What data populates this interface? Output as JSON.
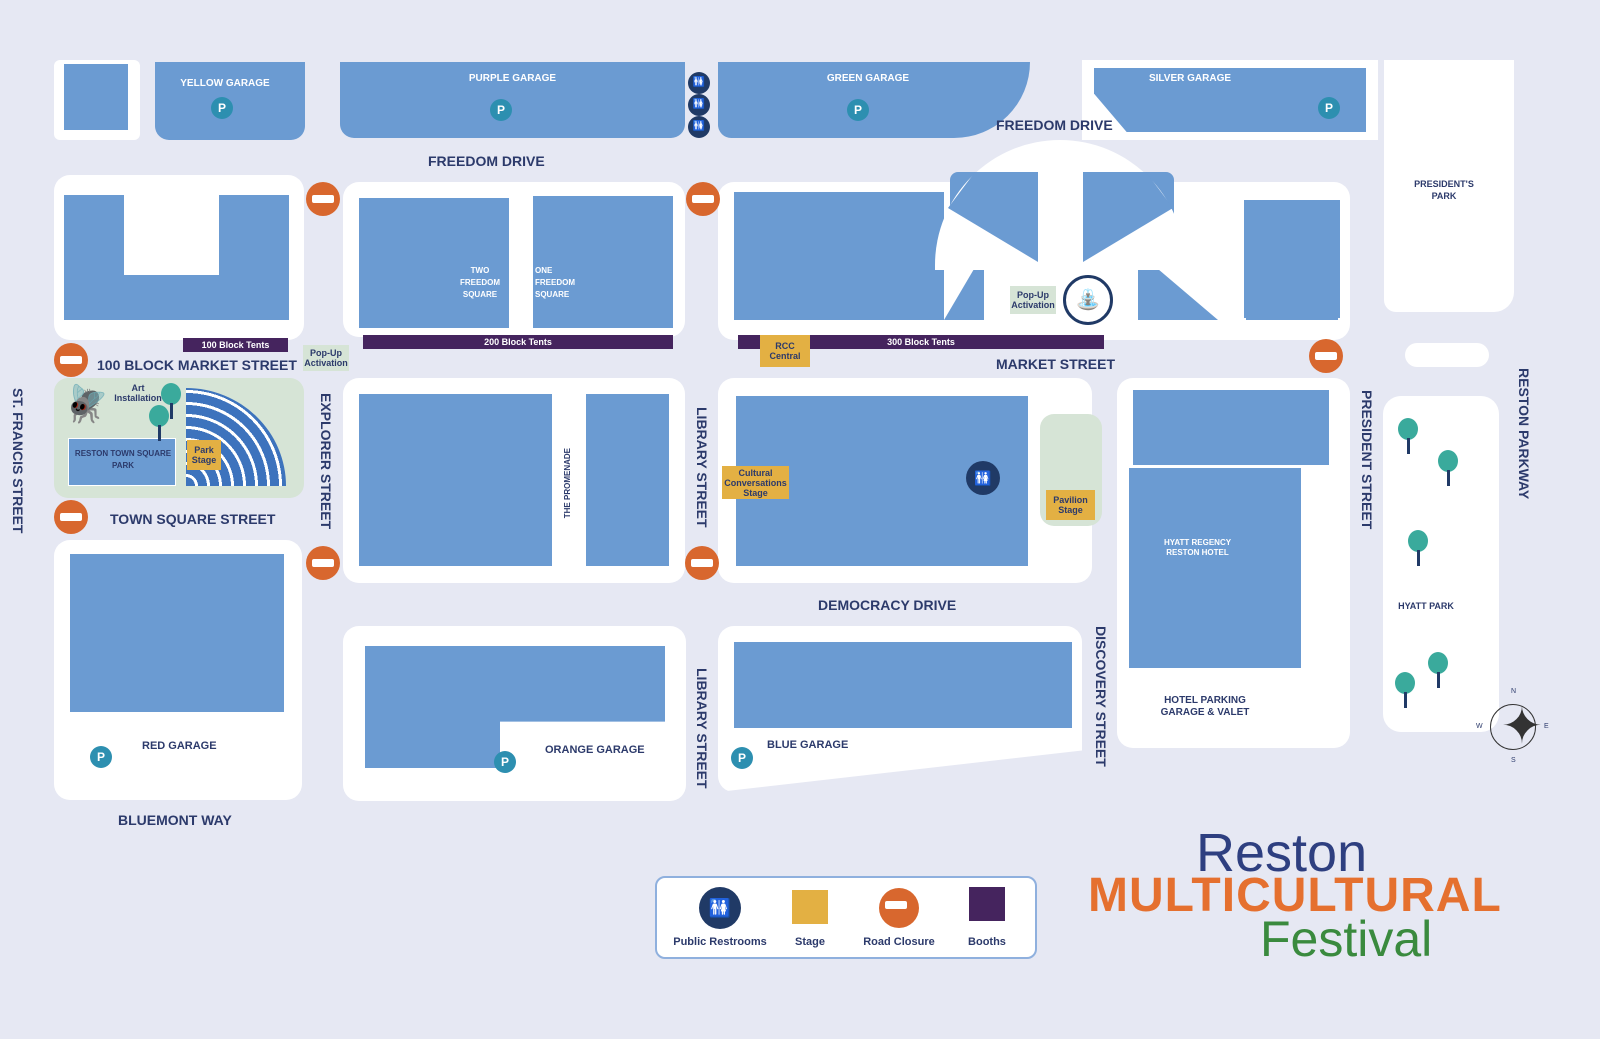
{
  "streets": {
    "freedom_drive_1": "FREEDOM DRIVE",
    "freedom_drive_2": "FREEDOM DRIVE",
    "block100_market": "100 BLOCK MARKET STREET",
    "market": "MARKET STREET",
    "town_square": "TOWN SQUARE STREET",
    "democracy": "DEMOCRACY DRIVE",
    "bluemont": "BLUEMONT WAY",
    "st_francis": "ST. FRANCIS STREET",
    "explorer": "EXPLORER STREET",
    "library_1": "LIBRARY STREET",
    "library_2": "LIBRARY STREET",
    "discovery": "DISCOVERY STREET",
    "president": "PRESIDENT STREET",
    "reston_parkway": "RESTON PARKWAY",
    "promenade": "THE PROMENADE"
  },
  "garages": {
    "yellow": "YELLOW GARAGE",
    "purple": "PURPLE GARAGE",
    "green": "GREEN GARAGE",
    "silver": "SILVER GARAGE",
    "red": "RED GARAGE",
    "orange": "ORANGE GARAGE",
    "blue": "BLUE GARAGE",
    "hotel": "HOTEL PARKING GARAGE & VALET"
  },
  "parking_symbol": "P",
  "places": {
    "two_freedom": "TWO FREEDOM SQUARE",
    "one_freedom": "ONE FREEDOM SQUARE",
    "presidents_park": "PRESIDENT'S PARK",
    "hyatt": "HYATT REGENCY RESTON HOTEL",
    "hyatt_park": "HYATT PARK",
    "town_square_park": "RESTON TOWN SQUARE PARK",
    "art": "Art Installation"
  },
  "tents": {
    "t100": "100 Block Tents",
    "t200": "200 Block Tents",
    "t300": "300 Block Tents"
  },
  "stages": {
    "park": "Park Stage",
    "rcc": "RCC Central",
    "cultural": "Cultural Conversations Stage",
    "pavilion": "Pavilion Stage"
  },
  "popups": {
    "p1": "Pop-Up Activation",
    "p2": "Pop-Up Activation"
  },
  "compass": {
    "n": "N",
    "s": "S",
    "e": "E",
    "w": "W"
  },
  "legend": {
    "restrooms": "Public Restrooms",
    "stage": "Stage",
    "closure": "Road Closure",
    "booths": "Booths"
  },
  "logo": {
    "line1": "Reston",
    "line2": "MULTICULTURAL",
    "line3": "Festival"
  },
  "colors": {
    "background": "#e6e8f3",
    "building": "#6b9bd2",
    "stage": "#e3b043",
    "closure": "#d8672e",
    "booths": "#45245e",
    "parking": "#2d8fb0"
  }
}
